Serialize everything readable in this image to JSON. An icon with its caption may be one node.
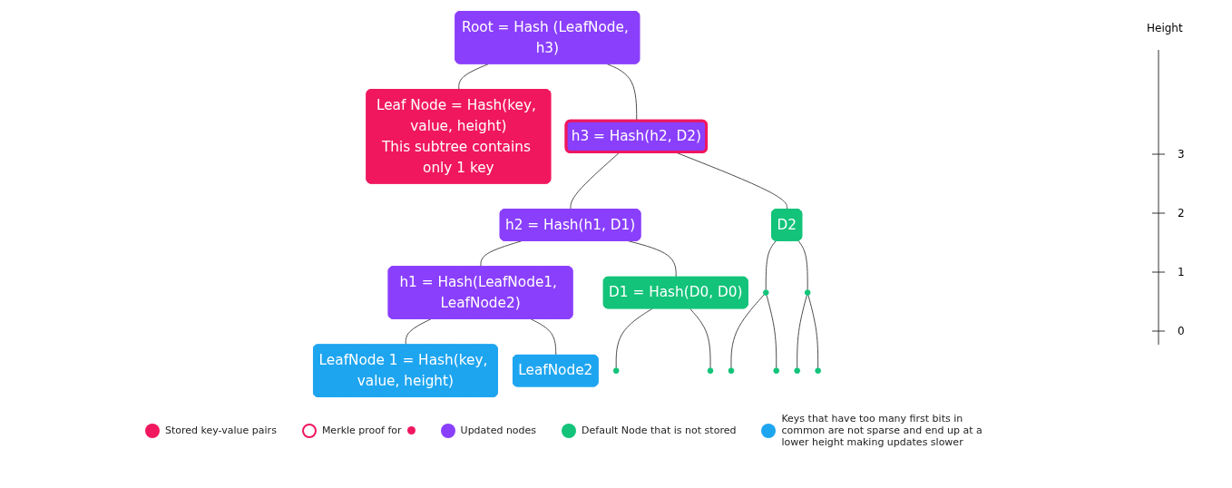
{
  "diagram": {
    "nodes": [
      {
        "text": [
          "Root = Hash (LeafNode, h3)"
        ]
      },
      {
        "text": [
          "Leaf Node = Hash(key, value, height)",
          "This subtree contains only 1 key"
        ]
      },
      {
        "text": [
          "h3 = Hash(h2, D2)"
        ]
      },
      {
        "text": [
          "h2 = Hash(h1, D1)"
        ]
      },
      {
        "text": [
          "D2"
        ]
      },
      {
        "text": [
          "h1 = Hash(LeafNode1, LeafNode2)"
        ]
      },
      {
        "text": [
          "D1 = Hash(D0, D0)"
        ]
      },
      {
        "text": [],
        "shape": "circle"
      },
      {
        "text": [],
        "shape": "circle"
      },
      {
        "text": [
          "LeafNode 1 = Hash(key, value, height)"
        ]
      },
      {
        "text": [
          "LeafNode2"
        ]
      },
      {
        "text": [],
        "shape": "circle"
      },
      {
        "text": [],
        "shape": "circle"
      },
      {
        "text": [],
        "shape": "circle"
      },
      {
        "text": [],
        "shape": "circle"
      },
      {
        "text": [],
        "shape": "circle"
      },
      {
        "text": [],
        "shape": "circle"
      }
    ],
    "edges": [
      {
        "from": 0,
        "to": 1,
        "arrow": "none"
      },
      {
        "from": 0,
        "to": 2,
        "arrow": "none"
      },
      {
        "from": 2,
        "to": 3,
        "arrow": "none"
      },
      {
        "from": 2,
        "to": 4,
        "arrow": "none"
      },
      {
        "from": 3,
        "to": 5,
        "arrow": "none"
      },
      {
        "from": 3,
        "to": 6,
        "arrow": "none"
      },
      {
        "from": 4,
        "to": 7,
        "arrow": "none"
      },
      {
        "from": 4,
        "to": 8,
        "arrow": "none"
      },
      {
        "from": 5,
        "to": 9,
        "arrow": "none"
      },
      {
        "from": 5,
        "to": 10,
        "arrow": "none"
      },
      {
        "from": 6,
        "to": 11,
        "arrow": "none"
      },
      {
        "from": 6,
        "to": 12,
        "arrow": "none"
      },
      {
        "from": 7,
        "to": 13,
        "arrow": "none"
      },
      {
        "from": 7,
        "to": 14,
        "arrow": "none"
      },
      {
        "from": 8,
        "to": 15,
        "arrow": "none"
      },
      {
        "from": 8,
        "to": 16,
        "arrow": "none"
      }
    ],
    "labels": [
      "Height",
      "3",
      "2",
      "1",
      "0"
    ],
    "legend": [
      {
        "text": "Stored key-value pairs",
        "color": "#f0175f"
      },
      {
        "text": "Merkle proof for"
      },
      {
        "text": "Updated nodes",
        "color": "#8a3ffc"
      },
      {
        "text": "Default Node that is not stored",
        "color": "#13c37a"
      },
      {
        "text": "Keys that have too many first bits in common are not sparse and end up at a lower height making updates slower",
        "color": "#1ea5f0"
      }
    ]
  }
}
